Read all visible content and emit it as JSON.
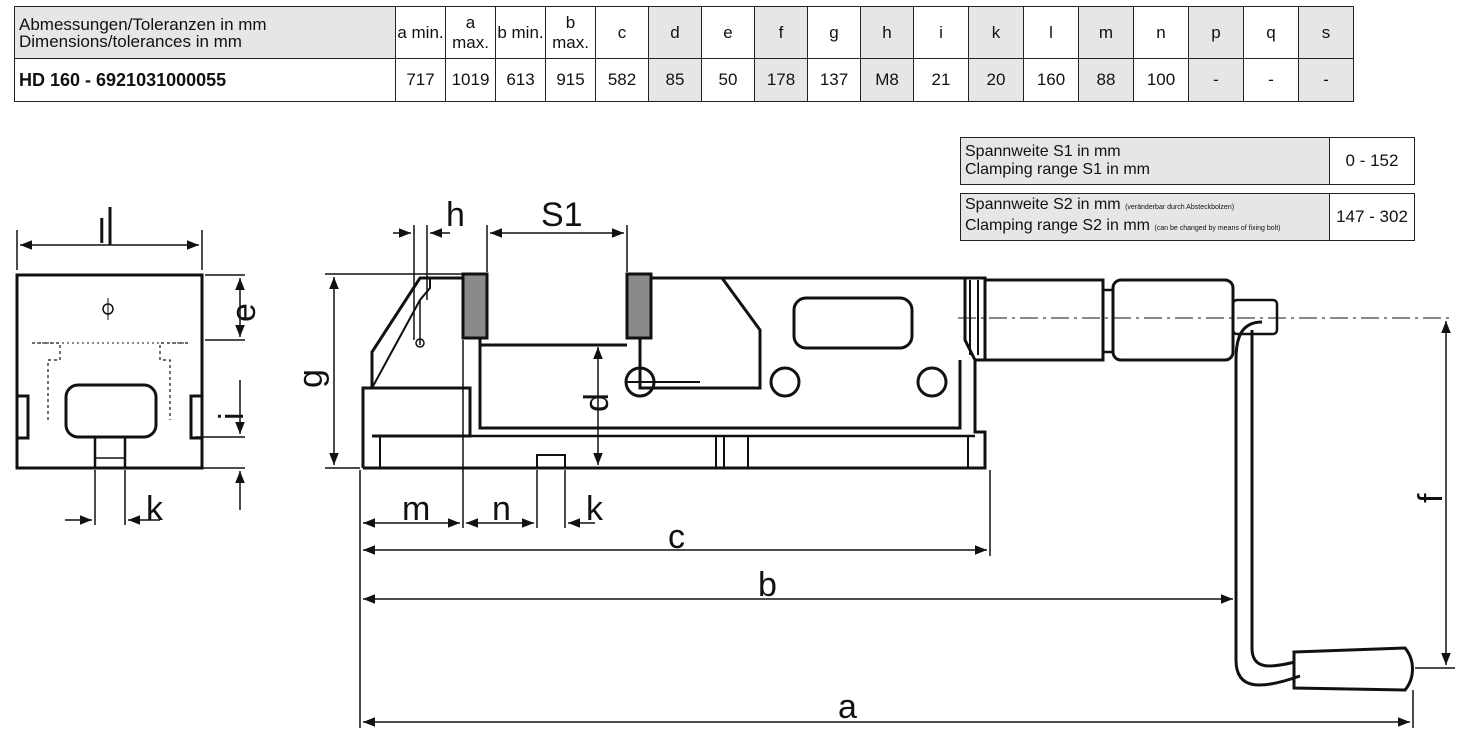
{
  "table": {
    "header_line1": "Abmessungen/Toleranzen in mm",
    "header_line2": "Dimensions/tolerances in mm",
    "columns": [
      "a min.",
      "a max.",
      "b min.",
      "b max.",
      "c",
      "d",
      "e",
      "f",
      "g",
      "h",
      "i",
      "k",
      "l",
      "m",
      "n",
      "p",
      "q",
      "s"
    ],
    "row_label": "HD 160 - 6921031000055",
    "row_values": [
      "717",
      "1019",
      "613",
      "915",
      "582",
      "85",
      "50",
      "178",
      "137",
      "M8",
      "21",
      "20",
      "160",
      "88",
      "100",
      "-",
      "-",
      "-"
    ]
  },
  "ranges": {
    "s1_de": "Spannweite S1 in mm",
    "s1_en": "Clamping range S1 in mm",
    "s1_value": "0 - 152",
    "s2_de": "Spannweite S2 in mm",
    "s2_de_note": "(veränderbar durch Absteckbolzen)",
    "s2_en": "Clamping range S2 in mm",
    "s2_en_note": "(can be changed by means of fixing bolt)",
    "s2_value": "147 - 302"
  },
  "labels": {
    "l": "l",
    "e": "e",
    "i": "i",
    "k_left": "k",
    "h": "h",
    "s1": "S1",
    "g": "g",
    "d": "d",
    "m": "m",
    "n": "n",
    "k_right": "k",
    "c": "c",
    "b": "b",
    "a": "a",
    "f": "f"
  }
}
